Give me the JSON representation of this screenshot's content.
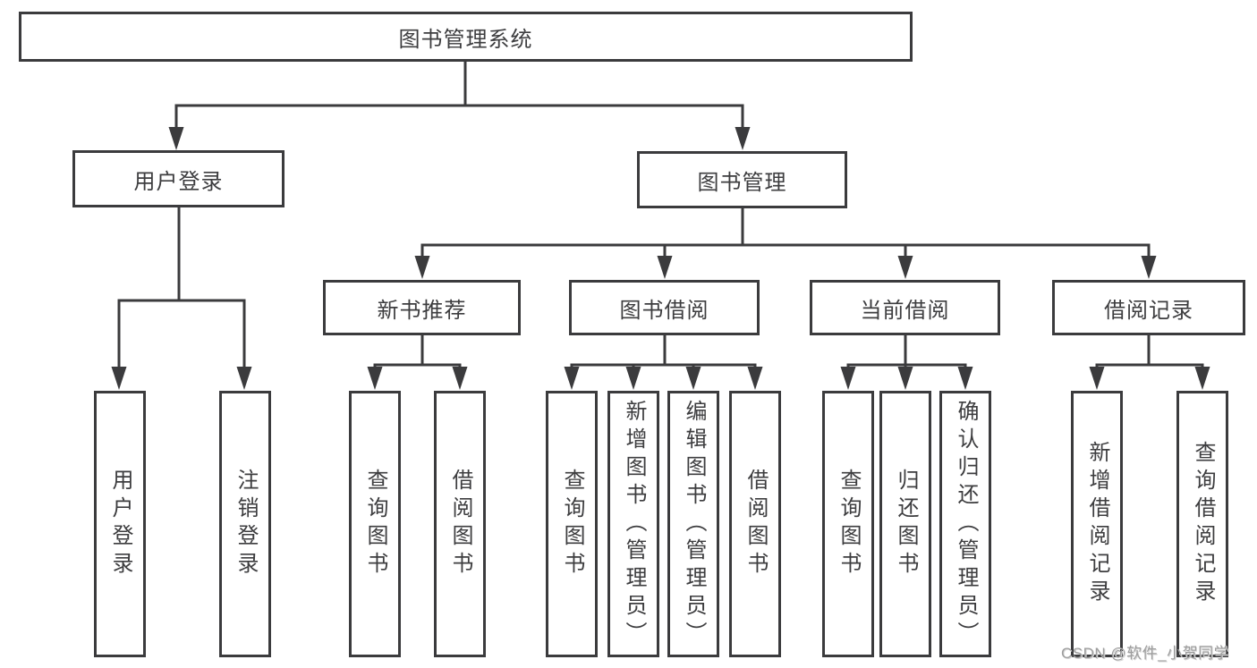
{
  "diagram": {
    "title": "图书管理系统",
    "level1": [
      {
        "label": "用户登录",
        "children": [
          {
            "label": "用户登录"
          },
          {
            "label": "注销登录"
          }
        ]
      },
      {
        "label": "图书管理",
        "children": [
          {
            "label": "新书推荐",
            "children": [
              {
                "label": "查询图书"
              },
              {
                "label": "借阅图书"
              }
            ]
          },
          {
            "label": "图书借阅",
            "children": [
              {
                "label": "查询图书"
              },
              {
                "label": "新增图书（管理员）"
              },
              {
                "label": "编辑图书（管理员）"
              },
              {
                "label": "借阅图书"
              }
            ]
          },
          {
            "label": "当前借阅",
            "children": [
              {
                "label": "查询图书"
              },
              {
                "label": "归还图书"
              },
              {
                "label": "确认归还（管理员）"
              }
            ]
          },
          {
            "label": "借阅记录",
            "children": [
              {
                "label": "新增借阅记录"
              },
              {
                "label": "查询借阅记录"
              }
            ]
          }
        ]
      }
    ]
  },
  "watermark": {
    "text": "CSDN @软件_小贺同学"
  },
  "colors": {
    "line": "#3b3b3d",
    "text": "#3d3d3f",
    "box_background": "#ffffff",
    "page_background": "#ffffff",
    "watermark": "#9e9e9e"
  }
}
